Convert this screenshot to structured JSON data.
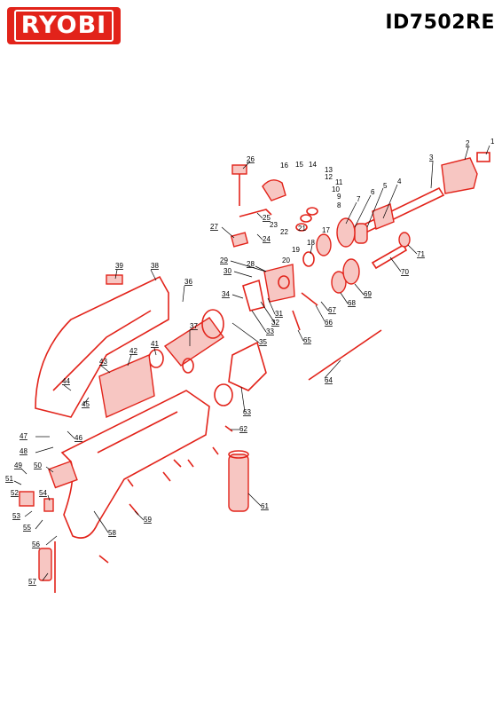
{
  "brand": {
    "logo_text": "RYOBI"
  },
  "header": {
    "model": "ID7502RE"
  },
  "colors": {
    "accent": "#e2231a"
  },
  "diagram": {
    "part_numbers": [
      "1",
      "2",
      "3",
      "4",
      "5",
      "6",
      "7",
      "8",
      "9",
      "10",
      "11",
      "12",
      "13",
      "14",
      "15",
      "16",
      "17",
      "18",
      "19",
      "20",
      "21",
      "22",
      "23",
      "24",
      "25",
      "26",
      "27",
      "28",
      "29",
      "30",
      "31",
      "32",
      "33",
      "34",
      "35",
      "36",
      "37",
      "38",
      "39",
      "41",
      "42",
      "43",
      "44",
      "45",
      "46",
      "47",
      "48",
      "49",
      "50",
      "51",
      "52",
      "53",
      "54",
      "55",
      "56",
      "57",
      "58",
      "59",
      "61",
      "62",
      "63",
      "64",
      "65",
      "66",
      "67",
      "68",
      "69",
      "70",
      "71"
    ]
  }
}
